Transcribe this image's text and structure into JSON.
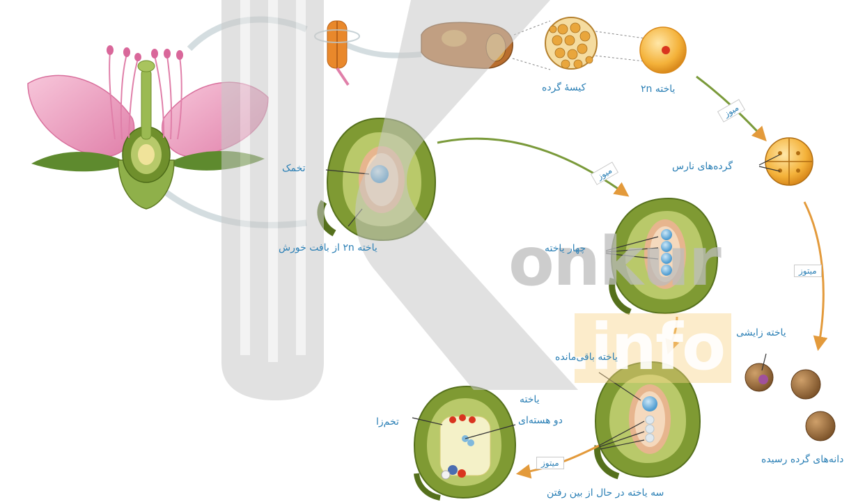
{
  "colors": {
    "label_blue": "#2a7fb5",
    "petal_pink": "#ef9ec0",
    "ovule_green": "#7f9a33",
    "arrow_orange": "#e39a3b",
    "watermark_gray": "#c8c8c8",
    "watermark_orange": "#f7d48a"
  },
  "labels": {
    "pollen_sac": "کیسهٔ گرده",
    "cell_2n": "یاخته ۲n",
    "ovule": "تخمک",
    "cell_2n_from_nucellus": "یاخته ۲n از بافت خورش",
    "tetrad_pollen": "گرده‌های نارس",
    "four_cells": "چهار یاخته",
    "remaining_cell": "یاخته باقی‌مانده",
    "generative_cell": "یاخته زایشی",
    "mature_pollen": "دانه‌های گرده رسیده",
    "binucleate_cell_line1": "یاخته",
    "binucleate_cell_line2": "دو هسته‌ای",
    "egg_cell": "تخم‌زا",
    "three_degenerating": "سه یاخته در حال از بین رفتن"
  },
  "arrow_tags": {
    "meiosis_pollen": "میوز",
    "meiosis_ovule": "میوز",
    "mitosis_pollen": "میتوز",
    "mitosis_ovule": "میتوز"
  },
  "watermark": {
    "brand": "onkur",
    "suffix": ".info"
  },
  "icons": {
    "flower": "flower-cross-section-icon",
    "stamen": "stamen-icon",
    "anther": "anther-icon",
    "pollen_sac": "pollen-sac-icon",
    "cell": "cell-icon",
    "tetrad": "tetrad-icon",
    "ovule": "ovule-icon",
    "pollen": "pollen-grain-icon"
  }
}
